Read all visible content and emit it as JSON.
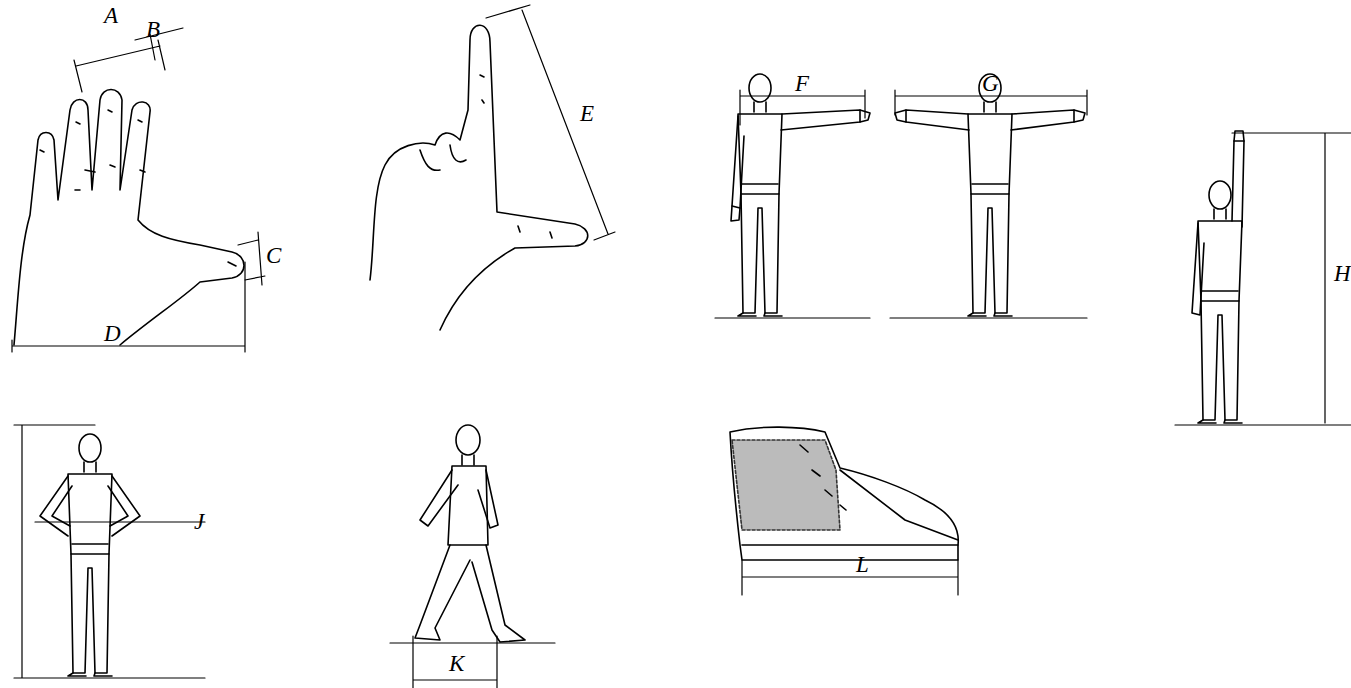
{
  "diagram": {
    "labels": [
      "A",
      "B",
      "C",
      "D",
      "E",
      "F",
      "G",
      "H",
      "J",
      "K",
      "L"
    ]
  }
}
